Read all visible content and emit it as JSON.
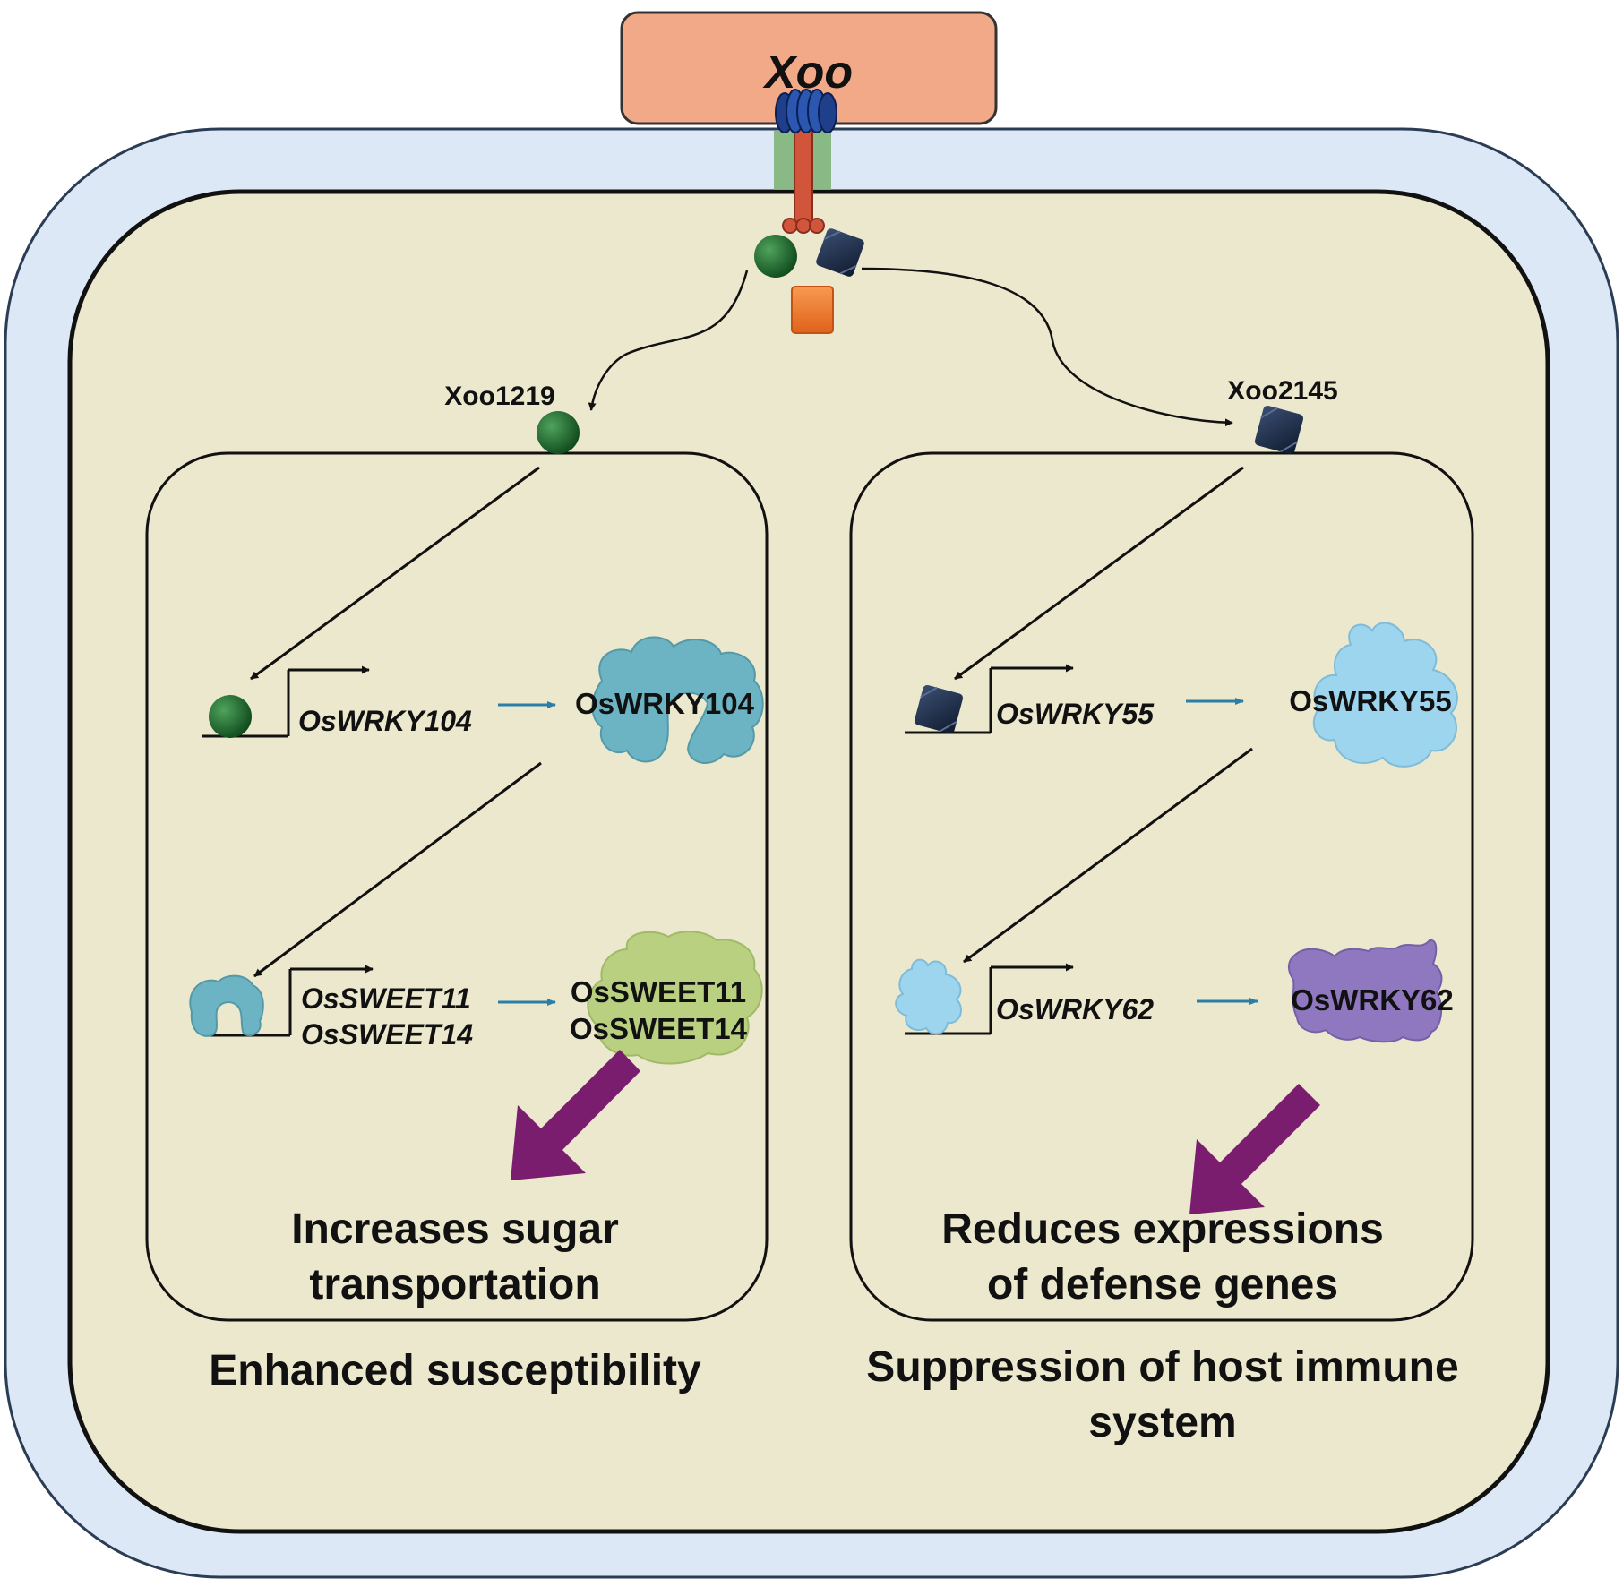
{
  "pathogen": {
    "label": "Xoo"
  },
  "effectors": {
    "left": "Xoo1219",
    "right": "Xoo2145"
  },
  "left_panel": {
    "gene1": "OsWRKY104",
    "protein1": "OsWRKY104",
    "gene2a": "OsSWEET11",
    "gene2b": "OsSWEET14",
    "protein2a": "OsSWEET11",
    "protein2b": "OsSWEET14",
    "outcome_line1": "Increases sugar",
    "outcome_line2": "transportation"
  },
  "right_panel": {
    "gene1": "OsWRKY55",
    "protein1": "OsWRKY55",
    "gene2": "OsWRKY62",
    "protein2": "OsWRKY62",
    "outcome_line1": "Reduces expressions",
    "outcome_line2": "of defense genes"
  },
  "bottom": {
    "left": "Enhanced susceptibility",
    "right_line1": "Suppression of host immune",
    "right_line2": "system"
  },
  "colors": {
    "cell_wall": "#dce8f5",
    "cytoplasm": "#ece8cd",
    "xoo_box": "#f2a987",
    "effector_green": "#1d6b2c",
    "effector_navy": "#1c2b44",
    "effector_orange": "#f07c2a",
    "wrky104": "#6cb4c4",
    "sweet": "#b7cf7c",
    "wrky55": "#9dd4ee",
    "wrky62": "#8f78c0",
    "outcome_arrow": "#7b1d6e",
    "expression_arrow": "#2b7ea8"
  }
}
